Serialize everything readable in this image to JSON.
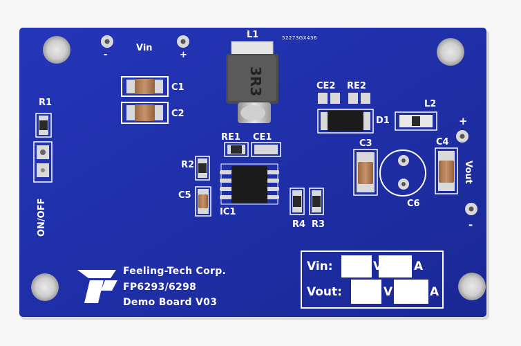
{
  "board": {
    "colors": {
      "pcb": "#1f2fa8",
      "silkscreen": "#ffffff",
      "pad": "#d9d9d9",
      "capacitor": "#b07a4f",
      "background": "#f6f6f6"
    },
    "inductor_marking": "3R3",
    "board_code": "52273GX436"
  },
  "labels": {
    "vin": "Vin",
    "vin_minus": "-",
    "vin_plus": "+",
    "l1": "L1",
    "c1": "C1",
    "c2": "C2",
    "r1": "R1",
    "on_off": "ON/OFF",
    "re1": "RE1",
    "ce1": "CE1",
    "r2": "R2",
    "c5": "C5",
    "ic1": "IC1",
    "r4": "R4",
    "r3": "R3",
    "ce2": "CE2",
    "re2": "RE2",
    "d1": "D1",
    "l2": "L2",
    "c3": "C3",
    "c4": "C4",
    "c6": "C6",
    "vout": "Vout",
    "vout_plus": "+",
    "vout_minus": "-"
  },
  "brand": {
    "line1": "Feeling-Tech Corp.",
    "line2": "FP6293/6298",
    "line3": "Demo Board V03"
  },
  "spec_table": {
    "vin_label": "Vin:",
    "vout_label": "Vout:",
    "volt_unit": "V",
    "amp_unit": "A"
  }
}
